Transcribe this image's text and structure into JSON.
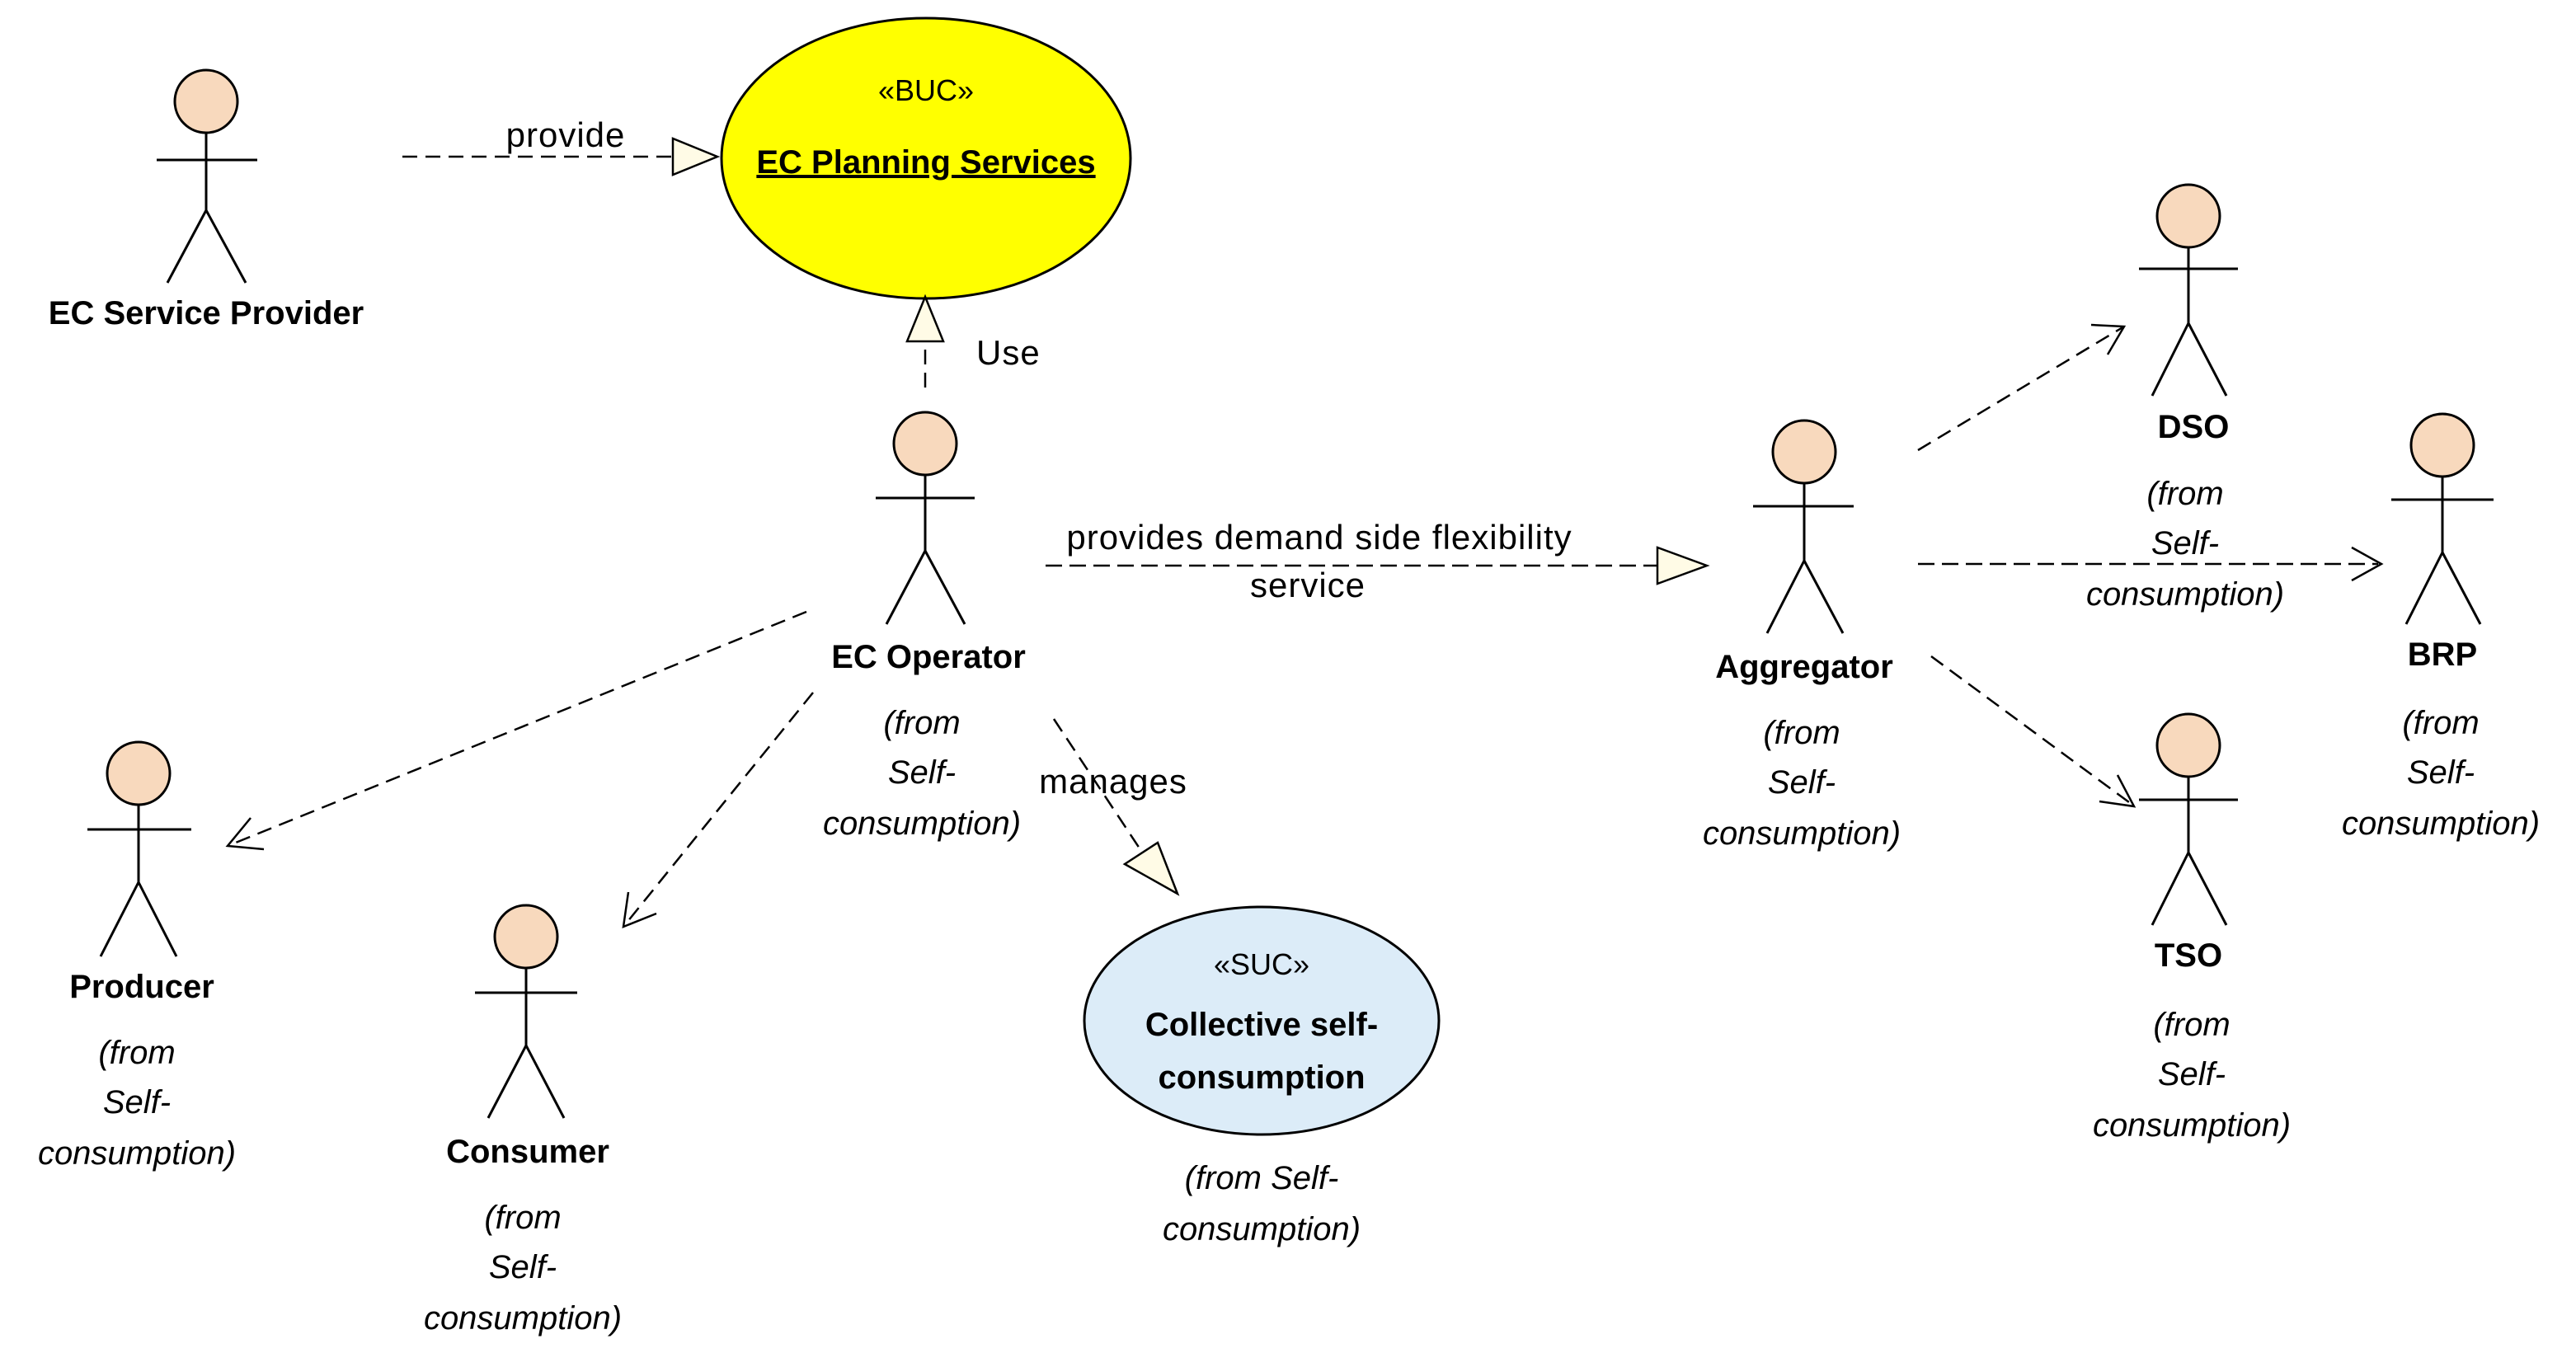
{
  "actors": {
    "ec_service_provider": {
      "name": "EC Service Provider"
    },
    "ec_operator": {
      "name": "EC Operator",
      "from": [
        "(from",
        "Self-",
        "consumption)"
      ]
    },
    "aggregator": {
      "name": "Aggregator",
      "from": [
        "(from",
        "Self-",
        "consumption)"
      ]
    },
    "dso": {
      "name": "DSO",
      "from": [
        "(from",
        "Self-",
        "consumption)"
      ]
    },
    "brp": {
      "name": "BRP",
      "from": [
        "(from",
        "Self-",
        "consumption)"
      ]
    },
    "tso": {
      "name": "TSO",
      "from": [
        "(from",
        "Self-",
        "consumption)"
      ]
    },
    "producer": {
      "name": "Producer",
      "from": [
        "(from",
        "Self-",
        "consumption)"
      ]
    },
    "consumer": {
      "name": "Consumer",
      "from": [
        "(from",
        "Self-",
        "consumption)"
      ]
    }
  },
  "use_cases": {
    "ec_planning": {
      "stereotype": "«BUC»",
      "name": "EC Planning Services",
      "color": "#ffff00"
    },
    "collective": {
      "stereotype": "«SUC»",
      "name": [
        "Collective self-",
        "consumption"
      ],
      "from": [
        "(from Self-",
        "consumption)"
      ],
      "color": "#dcecf8"
    }
  },
  "relations": {
    "provide": "provide",
    "use": "Use",
    "provides_dsf": [
      "provides demand side flexibility",
      "service"
    ],
    "manages": "manages"
  },
  "colors": {
    "actor_head": "#f8d9bd",
    "line": "#000000"
  }
}
